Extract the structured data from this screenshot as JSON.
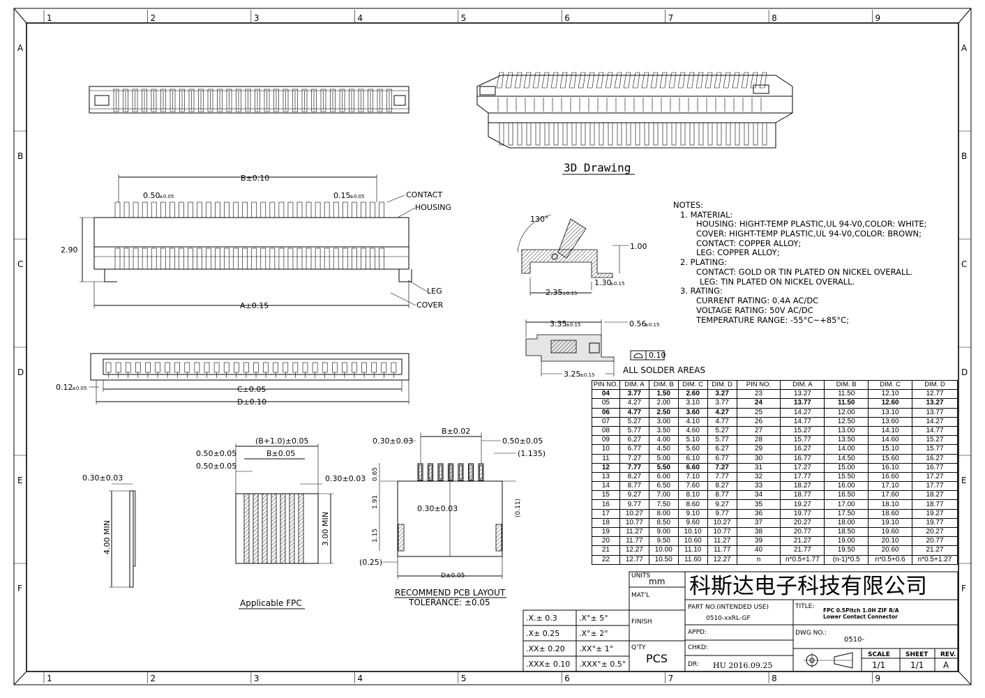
{
  "grid": {
    "columns": [
      "1",
      "2",
      "3",
      "4",
      "5",
      "6",
      "7",
      "8",
      "9"
    ],
    "rows": [
      "A",
      "B",
      "C",
      "D",
      "E",
      "F"
    ]
  },
  "drawing_3d_label": "3D Drawing",
  "front_view": {
    "b_dim": "B±0.10",
    "pitch": "0.50",
    "pitch_tol": "±0.05",
    "width": "0.15",
    "width_tol": "±0.05",
    "contact": "CONTACT",
    "housing": "HOUSING",
    "height": "2.90",
    "leg": "LEG",
    "cover": "COVER",
    "a_dim": "A±0.15"
  },
  "bottom_view": {
    "offset": "0.12",
    "offset_tol": "±0.05",
    "c_dim": "C±0.05",
    "d_dim": "D±0.10"
  },
  "side_view": {
    "angle": "130°",
    "h1": "1.00",
    "d130": "1.30",
    "d130_tol": "±0.15",
    "d235": "2.35",
    "d235_tol": "±0.15",
    "d335": "3.35",
    "d335_tol": "±0.15",
    "d056": "0.56",
    "d056_tol": "±0.15",
    "d325": "3.25",
    "d325_tol": "±0.15",
    "flatness": "0.10",
    "solder": "ALL SOLDER AREAS"
  },
  "notes": [
    "NOTES:",
    "1. MATERIAL:",
    "HOUSING:  HIGHT-TEMP PLASTIC,UL  94-V0,COLOR: WHITE;",
    "COVER:  HIGHT-TEMP PLASTIC,UL  94-V0,COLOR: BROWN;",
    "CONTACT:  COPPER ALLOY;",
    "LEG:  COPPER ALLOY;",
    "2. PLATING:",
    "CONTACT:  GOLD OR TIN PLATED ON NICKEL OVERALL.",
    "LEG:  TIN PLATED ON NICKEL OVERALL.",
    "3. RATING:",
    "CURRENT RATING:  0.4A AC/DC",
    "VOLTAGE RATING:  50V AC/DC",
    "TEMPERATURE RANGE:  -55°C~+85°C;"
  ],
  "fpc": {
    "t030": "0.30±0.03",
    "min400": "4.00 MIN",
    "b_plus": "(B+1.0)±0.05",
    "p050a": "0.50±0.05",
    "b005": "B±0.05",
    "p050b": "0.50±0.05",
    "t030b": "0.30±0.03",
    "min300": "3.00 MIN",
    "label": "Applicable FPC"
  },
  "pcb": {
    "p030a": "0.30±0.03",
    "b002": "B±0.02",
    "p050": "0.50±0.05",
    "p1135": "(1.135)",
    "d065": "0.65",
    "d191": "1.91",
    "p030b": "0.30±0.03",
    "d011": "(0.11)",
    "d115": "1.15",
    "d025": "(0.25)",
    "d005": "D±0.05",
    "label": "RECOMMEND PCB LAYOUT",
    "tolerance": "TOLERANCE: ±0.05"
  },
  "dimension_table": {
    "headers_left": [
      "PIN NO.",
      "DIM. A",
      "DIM. B",
      "DIM. C",
      "DIM. D"
    ],
    "headers_right": [
      "PIN NO.",
      "DIM. A",
      "DIM. B",
      "DIM. C",
      "DIM. D"
    ],
    "rows_left": [
      [
        "04",
        "3.77",
        "1.50",
        "2.60",
        "3.27"
      ],
      [
        "05",
        "4.27",
        "2.00",
        "3.10",
        "3.77"
      ],
      [
        "06",
        "4.77",
        "2.50",
        "3.60",
        "4.27"
      ],
      [
        "07",
        "5.27",
        "3.00",
        "4.10",
        "4.77"
      ],
      [
        "08",
        "5.77",
        "3.50",
        "4.60",
        "5.27"
      ],
      [
        "09",
        "6.27",
        "4.00",
        "5.10",
        "5.77"
      ],
      [
        "10",
        "6.77",
        "4.50",
        "5.60",
        "6.27"
      ],
      [
        "11",
        "7.27",
        "5.00",
        "6.10",
        "6.77"
      ],
      [
        "12",
        "7.77",
        "5.50",
        "6.60",
        "7.27"
      ],
      [
        "13",
        "8.27",
        "6.00",
        "7.10",
        "7.77"
      ],
      [
        "14",
        "8.77",
        "6.50",
        "7.60",
        "8.27"
      ],
      [
        "15",
        "9.27",
        "7.00",
        "8.10",
        "8.77"
      ],
      [
        "16",
        "9.77",
        "7.50",
        "8.60",
        "9.27"
      ],
      [
        "17",
        "10.27",
        "8.00",
        "9.10",
        "9.77"
      ],
      [
        "18",
        "10.77",
        "8.50",
        "9.60",
        "10.27"
      ],
      [
        "19",
        "11.27",
        "9.00",
        "10.10",
        "10.77"
      ],
      [
        "20",
        "11.77",
        "9.50",
        "10.60",
        "11.27"
      ],
      [
        "21",
        "12.27",
        "10.00",
        "11.10",
        "11.77"
      ],
      [
        "22",
        "12.77",
        "10.50",
        "11.60",
        "12.27"
      ]
    ],
    "rows_right": [
      [
        "23",
        "13.27",
        "11.50",
        "12.10",
        "12.77"
      ],
      [
        "24",
        "13.77",
        "11.50",
        "12.60",
        "13.27"
      ],
      [
        "25",
        "14.27",
        "12.00",
        "13.10",
        "13.77"
      ],
      [
        "26",
        "14.77",
        "12.50",
        "13.60",
        "14.27"
      ],
      [
        "27",
        "15.27",
        "13.00",
        "14.10",
        "14.77"
      ],
      [
        "28",
        "15.77",
        "13.50",
        "14.60",
        "15.27"
      ],
      [
        "29",
        "16.27",
        "14.00",
        "15.10",
        "15.77"
      ],
      [
        "30",
        "16.77",
        "14.50",
        "15.60",
        "16.27"
      ],
      [
        "31",
        "17.27",
        "15.00",
        "16.10",
        "16.77"
      ],
      [
        "32",
        "17.77",
        "15.50",
        "16.60",
        "17.27"
      ],
      [
        "33",
        "18.27",
        "16.00",
        "17.10",
        "17.77"
      ],
      [
        "34",
        "18.77",
        "16.50",
        "17.60",
        "18.27"
      ],
      [
        "35",
        "19.27",
        "17.00",
        "18.10",
        "18.77"
      ],
      [
        "36",
        "19.77",
        "17.50",
        "18.60",
        "19.27"
      ],
      [
        "37",
        "20.27",
        "18.00",
        "19.10",
        "19.77"
      ],
      [
        "38",
        "20.77",
        "18.50",
        "19.60",
        "20.27"
      ],
      [
        "39",
        "21.27",
        "19.00",
        "20.10",
        "20.77"
      ],
      [
        "40",
        "21.77",
        "19.50",
        "20.60",
        "21.27"
      ],
      [
        "n",
        "n*0.5+1.77",
        "(n-1)*0.5",
        "n*0.5+0.6",
        "n*0.5+1.27"
      ]
    ],
    "bold_left_rows": [
      0,
      2,
      8
    ],
    "bold_right_rows": [
      1
    ]
  },
  "title_block": {
    "tolerances": [
      [
        ".X.± 0.3",
        ".X°± 5°"
      ],
      [
        ".X± 0.25",
        ".X°± 2°"
      ],
      [
        ".XX± 0.20",
        ".XX°± 1°"
      ],
      [
        ".XXX± 0.10",
        ".XXX°± 0.5°"
      ]
    ],
    "units": "UNITS",
    "unit_value": "mm",
    "matl": "MAT'L",
    "finish": "FINISH",
    "qty": "Q'TY",
    "qty_value": "PCS",
    "company": "科斯达电子科技有限公司",
    "part_no_label": "PART NO.(INTENDED USE)",
    "part_no": "0510-xxRL-GF",
    "title_label": "TITLE:",
    "title_line1": "FPC 0.5Pitch 1.0H ZIF R/A",
    "title_line2": "Lower Contact Connector",
    "appd": "APPD:",
    "dwg_no_label": "DWG NO.:",
    "dwg_no": "0510-",
    "chkd": "CHKD:",
    "dr": "DR:",
    "dr_value": "HU 2016.09.25",
    "scale_label": "SCALE",
    "scale": "1/1",
    "sheet_label": "SHEET",
    "sheet": "1/1",
    "rev_label": "REV.",
    "rev": "A"
  }
}
